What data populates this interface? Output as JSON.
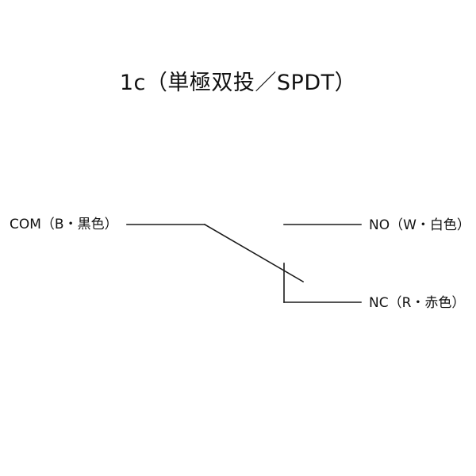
{
  "title": "1c（単極双投／SPDT）",
  "terminals": {
    "com": "COM（B・黒色）",
    "no": "NO（W・白色）",
    "nc": "NC（R・赤色）"
  },
  "colors": {
    "line": "#1a1a1a",
    "text": "#111111",
    "background": "#ffffff"
  }
}
